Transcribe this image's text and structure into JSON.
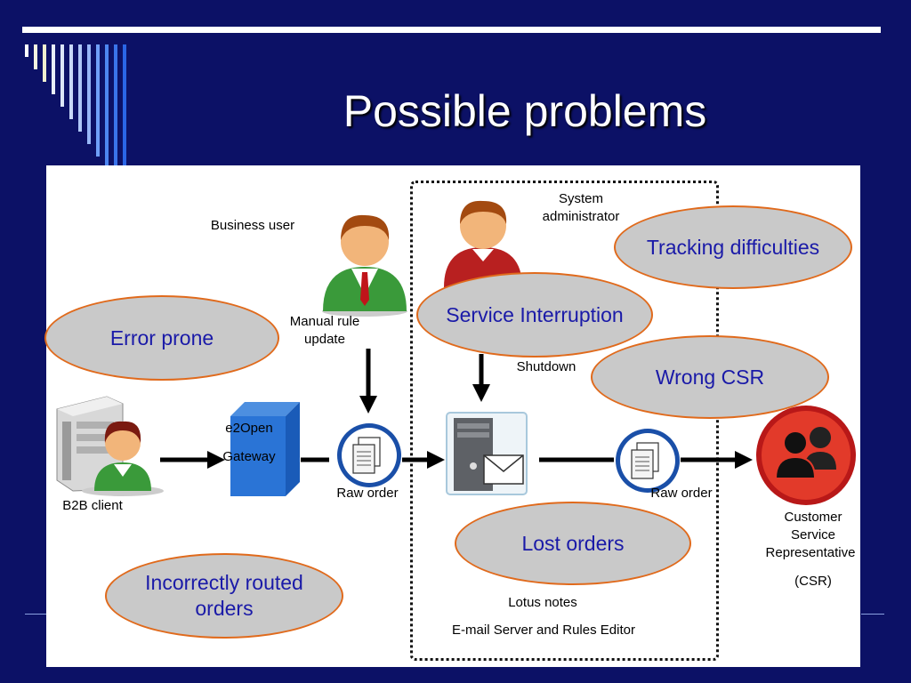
{
  "slide": {
    "title": "Possible problems"
  },
  "labels": {
    "business_user": "Business user",
    "manual_rule_update_1": "Manual rule",
    "manual_rule_update_2": "update",
    "system_admin_1": "System",
    "system_admin_2": "administrator",
    "shutdown": "Shutdown",
    "e2open_1": "e2Open",
    "e2open_2": "Gateway",
    "b2b_client": "B2B client",
    "raw_order_left": "Raw order",
    "raw_order_right": "Raw order",
    "csr_1": "Customer",
    "csr_2": "Service",
    "csr_3": "Representative",
    "csr_4": "(CSR)",
    "lotus_notes": "Lotus notes",
    "email_server": "E-mail Server and Rules Editor"
  },
  "problems": {
    "error_prone": "Error prone",
    "service_interruption": "Service Interruption",
    "tracking_difficulties": "Tracking difficulties",
    "wrong_csr": "Wrong CSR",
    "lost_orders": "Lost orders",
    "incorrectly_routed_1": "Incorrectly routed",
    "incorrectly_routed_2": "orders"
  },
  "colors": {
    "background": "#0c1166",
    "bubble_fill": "#c9c9c9",
    "bubble_border": "#e06a1c",
    "bubble_text": "#1a1aa8"
  }
}
